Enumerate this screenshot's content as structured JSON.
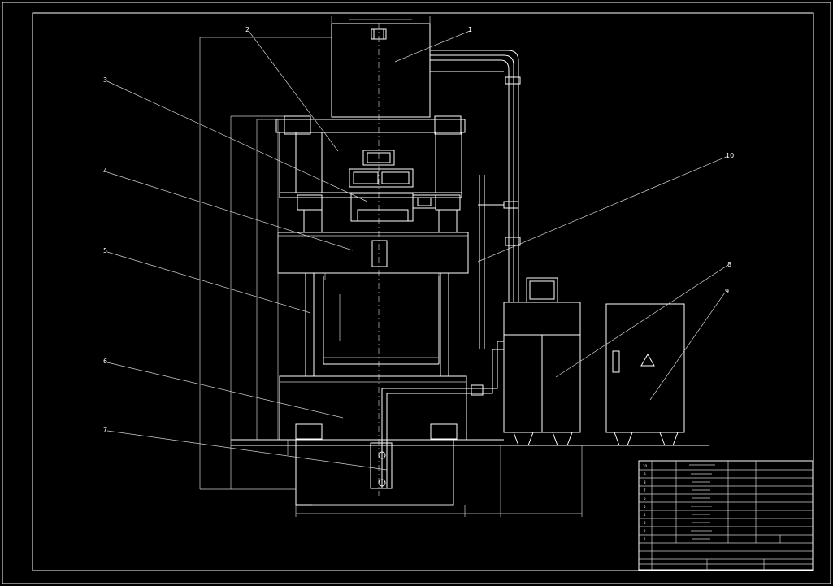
{
  "callouts": [
    {
      "id": "callout-1",
      "label": "1"
    },
    {
      "id": "callout-2",
      "label": "2"
    },
    {
      "id": "callout-3",
      "label": "3"
    },
    {
      "id": "callout-4",
      "label": "4"
    },
    {
      "id": "callout-5",
      "label": "5"
    },
    {
      "id": "callout-6",
      "label": "6"
    },
    {
      "id": "callout-7",
      "label": "7"
    },
    {
      "id": "callout-8",
      "label": "8"
    },
    {
      "id": "callout-9",
      "label": "9"
    },
    {
      "id": "callout-10",
      "label": "10"
    }
  ],
  "title_block": {
    "row_numbers": [
      "10",
      "9",
      "8",
      "7",
      "6",
      "5",
      "4",
      "3",
      "2",
      "1"
    ]
  },
  "colors": {
    "background": "#000000",
    "line": "#ffffff"
  }
}
